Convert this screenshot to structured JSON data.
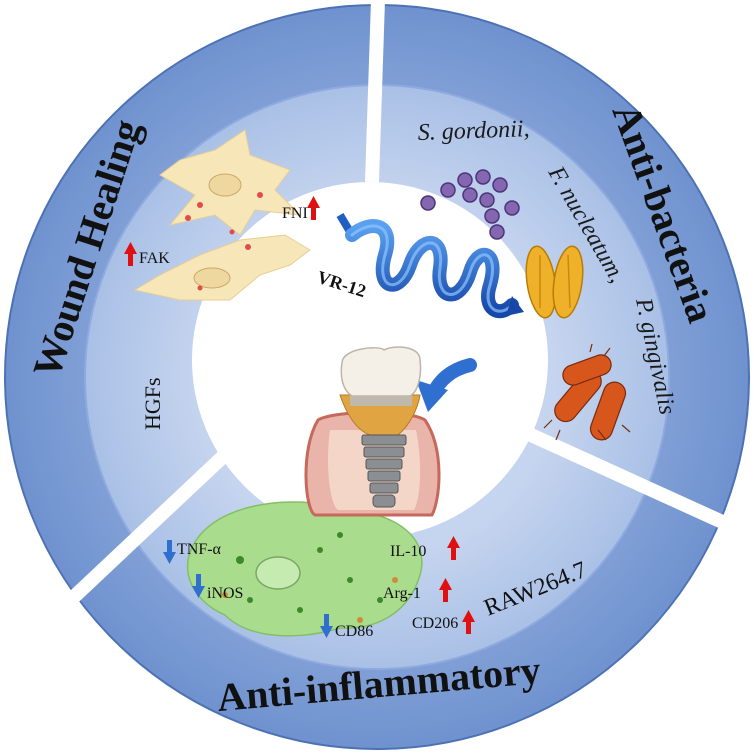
{
  "sectors": {
    "wound_healing": {
      "title": "Wound Healing",
      "cell_type": "HGFs",
      "markers": [
        {
          "label": "FAK",
          "direction": "up"
        },
        {
          "label": "FNI",
          "direction": "up"
        }
      ]
    },
    "anti_bacteria": {
      "title": "Anti-bacteria",
      "organisms": [
        "S. gordonii,",
        "F. nucleatum,",
        "P. gingivalis"
      ]
    },
    "anti_inflammatory": {
      "title": "Anti-inflammatory",
      "cell_type": "RAW264.7",
      "markers": [
        {
          "label": "TNF-α",
          "direction": "down"
        },
        {
          "label": "iNOS",
          "direction": "down"
        },
        {
          "label": "CD86",
          "direction": "down"
        },
        {
          "label": "IL-10",
          "direction": "up"
        },
        {
          "label": "Arg-1",
          "direction": "up"
        },
        {
          "label": "CD206",
          "direction": "up"
        }
      ]
    }
  },
  "center": {
    "peptide_label": "VR-12"
  },
  "colors": {
    "outer_ring": "#7f9fd4",
    "inner_ring": "#b8cbea",
    "ring_edge": "#5a7fc0",
    "up_arrow": "#e01010",
    "down_arrow": "#2f6fd0",
    "helix": "#1f5fc4"
  },
  "icons": [
    "up-arrow-icon",
    "down-arrow-icon",
    "curved-arrow-icon",
    "helix-icon",
    "tooth-implant-icon",
    "fibroblast-icon",
    "macrophage-icon",
    "cocci-icon",
    "rod-bacteria-icon"
  ]
}
